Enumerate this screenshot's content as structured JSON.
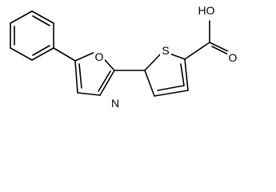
{
  "molecule": {
    "atoms": {
      "oxazole_oxygen": "O",
      "oxazole_nitrogen": "N",
      "thiophene_sulfur": "S",
      "carboxyl_hydroxyl": "HO",
      "carbonyl_oxygen": "O"
    }
  }
}
